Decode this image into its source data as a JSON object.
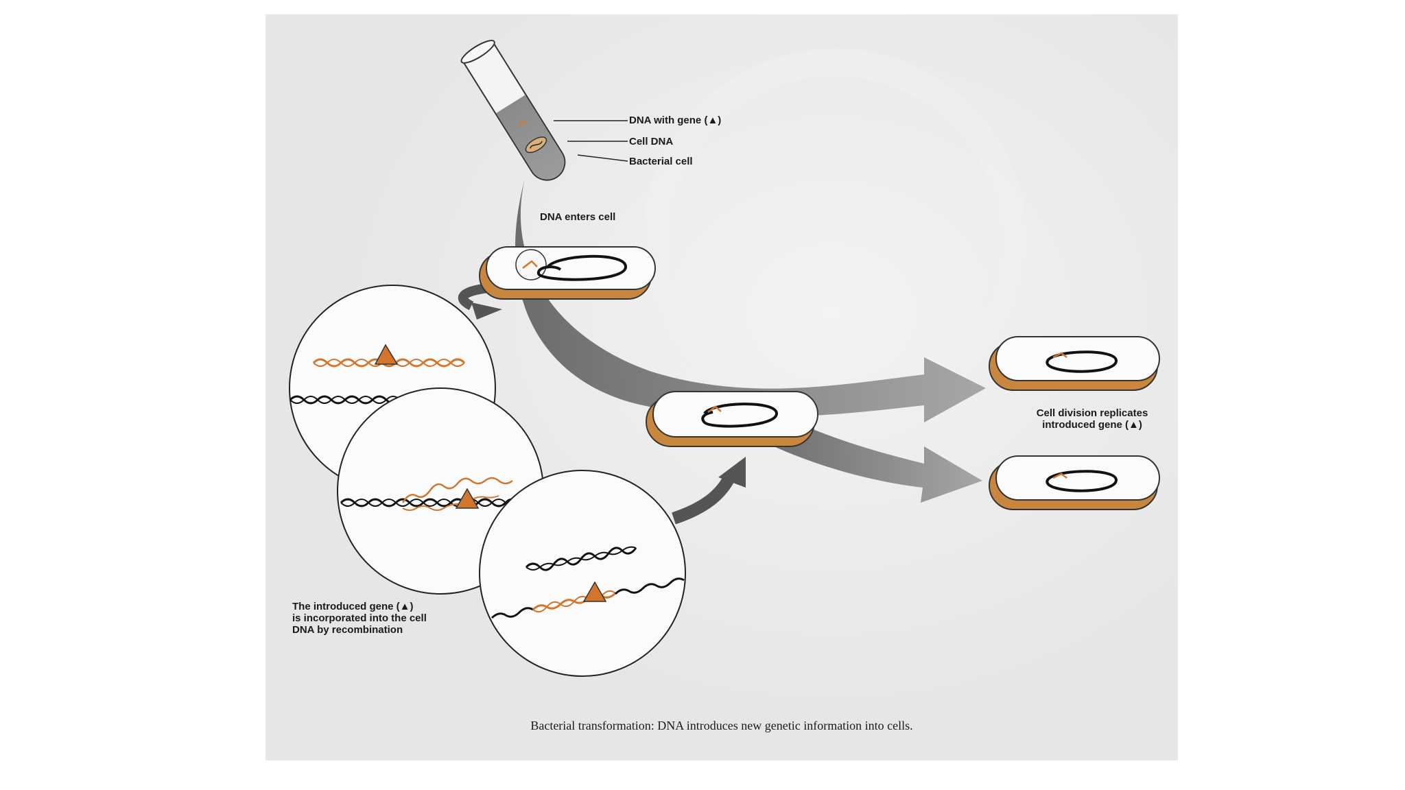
{
  "labels": {
    "dna_with_gene": "DNA with gene (▲)",
    "cell_dna": "Cell DNA",
    "bacterial_cell": "Bacterial cell",
    "dna_enters": "DNA enters cell",
    "division_line1": "Cell division replicates",
    "division_line2": "introduced gene (▲)",
    "recombination": "The introduced gene (▲)\nis incorporated into the cell\nDNA by recombination"
  },
  "caption": "Bacterial transformation: DNA introduces new genetic information into cells.",
  "colors": {
    "gene_orange": "#d2762e",
    "cell_wall": "#c8863f",
    "arrow_gray": "#6f6f6f",
    "background": "#e9e9e9"
  }
}
